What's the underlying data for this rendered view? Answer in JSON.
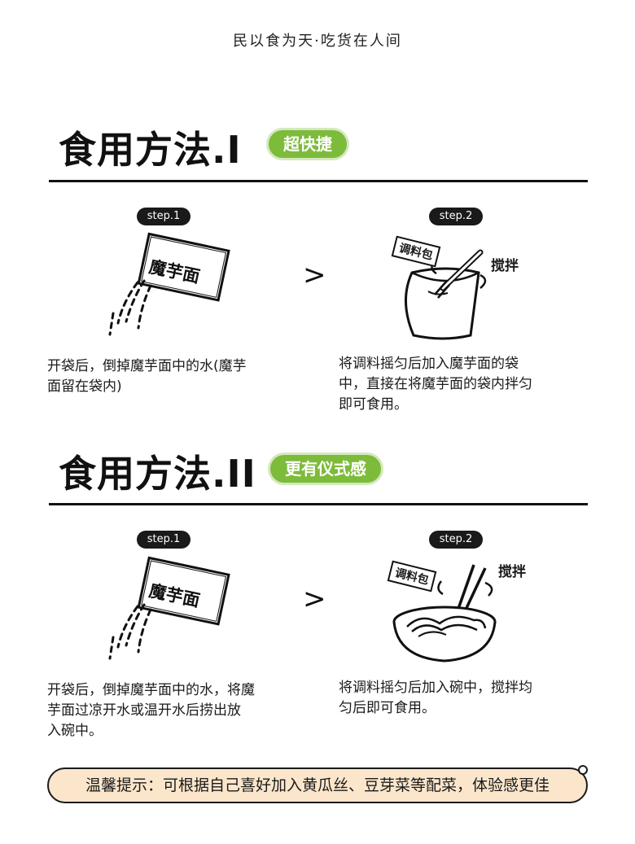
{
  "slogan": "民以食为天·吃货在人间",
  "method1": {
    "title": "食用方法.I",
    "badge": "超快捷",
    "step1": {
      "pill": "step.1",
      "bag_label": "魔芋面",
      "description_line1": "开袋后，倒掉魔芋面中的水(魔芋",
      "description_line2": "面留在袋内)"
    },
    "arrow": ">",
    "step2": {
      "pill": "step.2",
      "seasoning_label": "调料包",
      "stir_label": "搅拌",
      "description_line1": "将调料摇匀后加入魔芋面的袋",
      "description_line2": "中，直接在将魔芋面的袋内拌匀",
      "description_line3": "即可食用。"
    }
  },
  "method2": {
    "title": "食用方法.II",
    "badge": "更有仪式感",
    "step1": {
      "pill": "step.1",
      "bag_label": "魔芋面",
      "description_line1": "开袋后，倒掉魔芋面中的水，将魔",
      "description_line2": "芋面过凉开水或温开水后捞出放",
      "description_line3": "入碗中。"
    },
    "arrow": ">",
    "step2": {
      "pill": "step.2",
      "seasoning_label": "调料包",
      "stir_label": "搅拌",
      "description_line1": "将调料摇匀后加入碗中，搅拌均",
      "description_line2": "匀后即可食用。"
    }
  },
  "tip": "温馨提示：可根据自己喜好加入黄瓜丝、豆芽菜等配菜，体验感更佳",
  "colors": {
    "accent_green": "#7dbb3a",
    "tip_background": "#fbe6cc",
    "ink": "#1a1a1a"
  }
}
